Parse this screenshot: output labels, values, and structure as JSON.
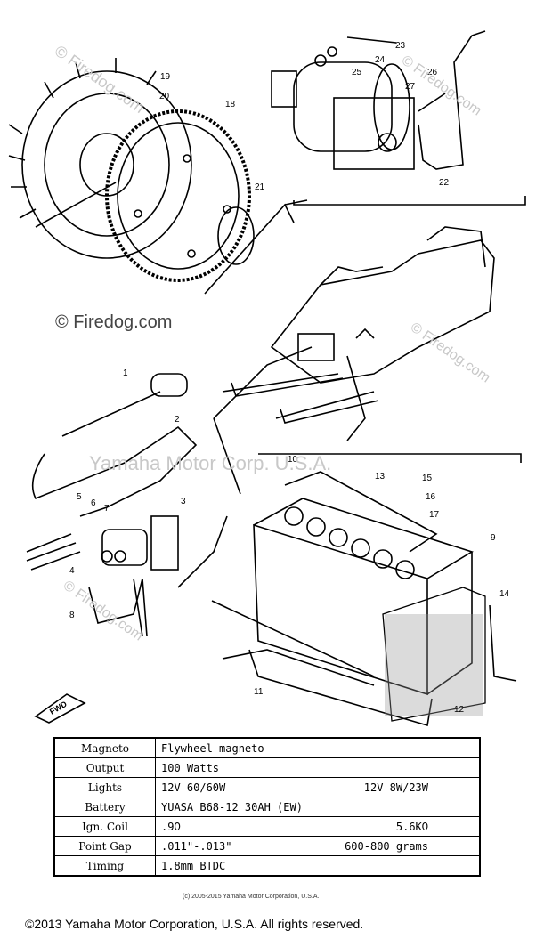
{
  "watermarks": {
    "brand": "© Firedog.com",
    "owner": "Yamaha Motor Corp. U.S.A."
  },
  "callouts": [
    "1",
    "2",
    "3",
    "4",
    "5",
    "6",
    "7",
    "8",
    "9",
    "10",
    "11",
    "12",
    "13",
    "14",
    "15",
    "16",
    "17",
    "18",
    "19",
    "20",
    "21",
    "22",
    "23",
    "24",
    "25",
    "26",
    "27"
  ],
  "fwd_label": "FWD",
  "spec_table": [
    {
      "label": "Magneto",
      "value": "Flywheel magneto",
      "value2": ""
    },
    {
      "label": "Output",
      "value": "100 Watts",
      "value2": ""
    },
    {
      "label": "Lights",
      "value": "12V 60/60W",
      "value2": "12V 8W/23W"
    },
    {
      "label": "Battery",
      "value": "YUASA  B68-12  30AH  (EW)",
      "value2": ""
    },
    {
      "label": "Ign. Coil",
      "value": ".9Ω",
      "value2": "5.6KΩ"
    },
    {
      "label": "Point Gap",
      "value": ".011\"-.013\"",
      "value2": "600-800 grams"
    },
    {
      "label": "Timing",
      "value": "1.8mm BTDC",
      "value2": ""
    }
  ],
  "table_footnote": "(c) 2005-2015 Yamaha Motor Corporation, U.S.A.",
  "copyright": "©2013 Yamaha Motor Corporation, U.S.A. All rights reserved."
}
